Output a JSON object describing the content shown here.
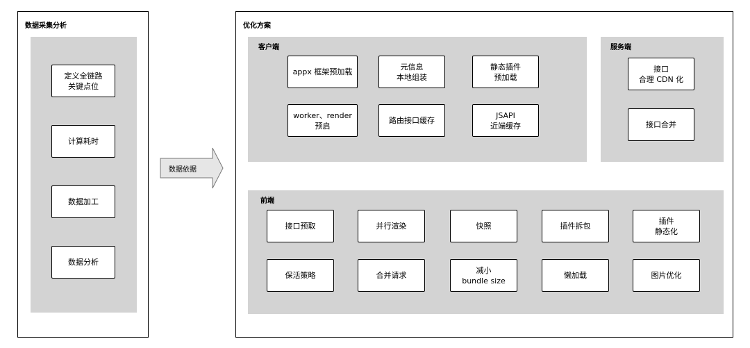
{
  "left": {
    "title": "数据采集分析",
    "steps": [
      "定义全链路\n关键点位",
      "计算耗时",
      "数据加工",
      "数据分析"
    ]
  },
  "arrow": {
    "label": "数据依据"
  },
  "right": {
    "title": "优化方案",
    "client": {
      "title": "客户端",
      "items": [
        "appx 框架预加载",
        "元信息\n本地组装",
        "静态插件\n预加载",
        "worker、render\n预启",
        "路由接口缓存",
        "JSAPI\n近端缓存"
      ]
    },
    "server": {
      "title": "服务端",
      "items": [
        "接口\n合理 CDN 化",
        "接口合并"
      ]
    },
    "frontend": {
      "title": "前端",
      "items": [
        "接口预取",
        "并行渲染",
        "快照",
        "插件拆包",
        "插件\n静态化",
        "保活策略",
        "合并请求",
        "减小\nbundle size",
        "懒加载",
        "图片优化"
      ]
    }
  }
}
